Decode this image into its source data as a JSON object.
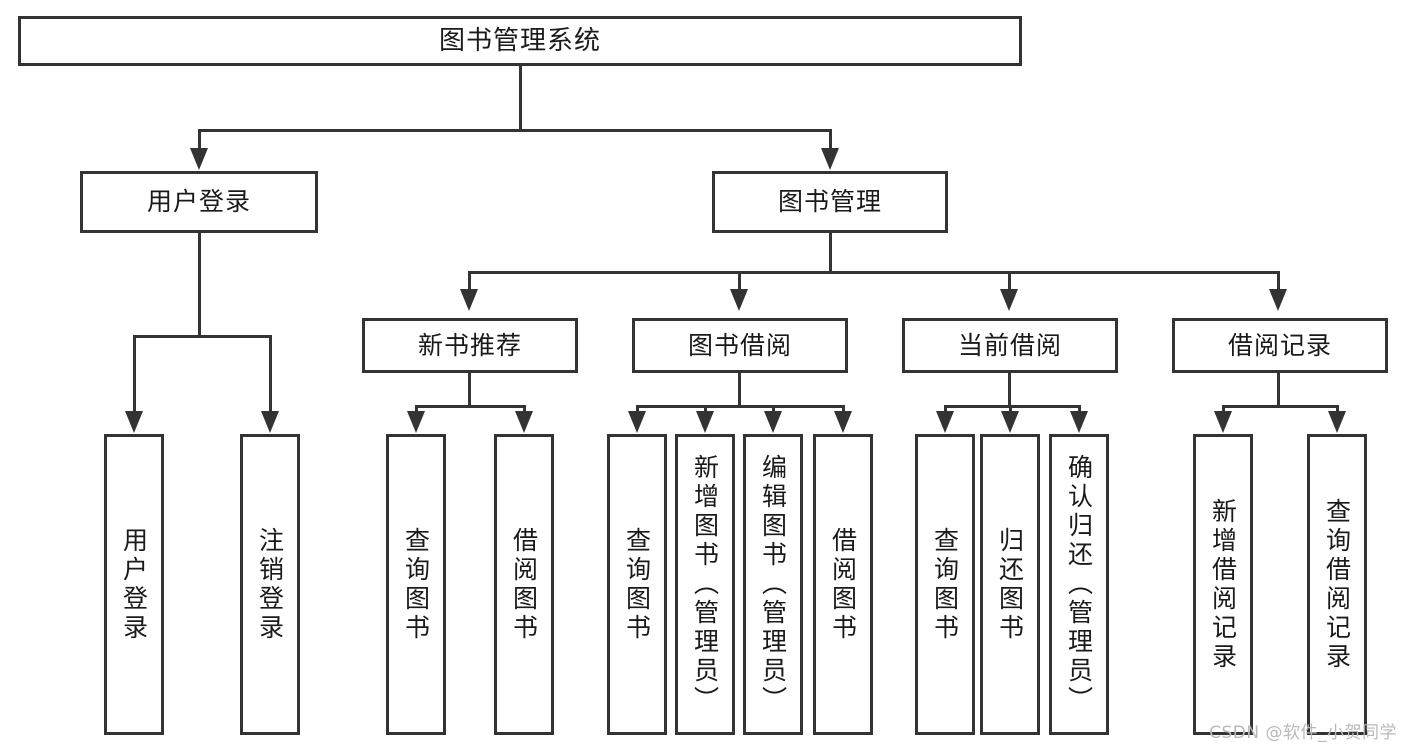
{
  "diagram": {
    "title": "图书管理系统",
    "type": "hierarchy-tree",
    "watermark": "CSDN @软件_小贺同学",
    "colors": {
      "stroke": "#333333",
      "fill": "#ffffff",
      "text": "#1a1a1a",
      "watermark": "#b9b9b9"
    },
    "root": {
      "label": "图书管理系统"
    },
    "level2": [
      {
        "label": "用户登录"
      },
      {
        "label": "图书管理"
      }
    ],
    "level3": [
      {
        "label": "新书推荐"
      },
      {
        "label": "图书借阅"
      },
      {
        "label": "当前借阅"
      },
      {
        "label": "借阅记录"
      }
    ],
    "leaves": {
      "user_login": [
        {
          "label": "用户登录"
        },
        {
          "label": "注销登录"
        }
      ],
      "new_book_recommend": [
        {
          "label": "查询图书"
        },
        {
          "label": "借阅图书"
        }
      ],
      "book_borrow": [
        {
          "label": "查询图书"
        },
        {
          "label": "新增图书（管理员）"
        },
        {
          "label": "编辑图书（管理员）"
        },
        {
          "label": "借阅图书"
        }
      ],
      "current_borrow": [
        {
          "label": "查询图书"
        },
        {
          "label": "归还图书"
        },
        {
          "label": "确认归还（管理员）"
        }
      ],
      "borrow_record": [
        {
          "label": "新增借阅记录"
        },
        {
          "label": "查询借阅记录"
        }
      ]
    }
  }
}
